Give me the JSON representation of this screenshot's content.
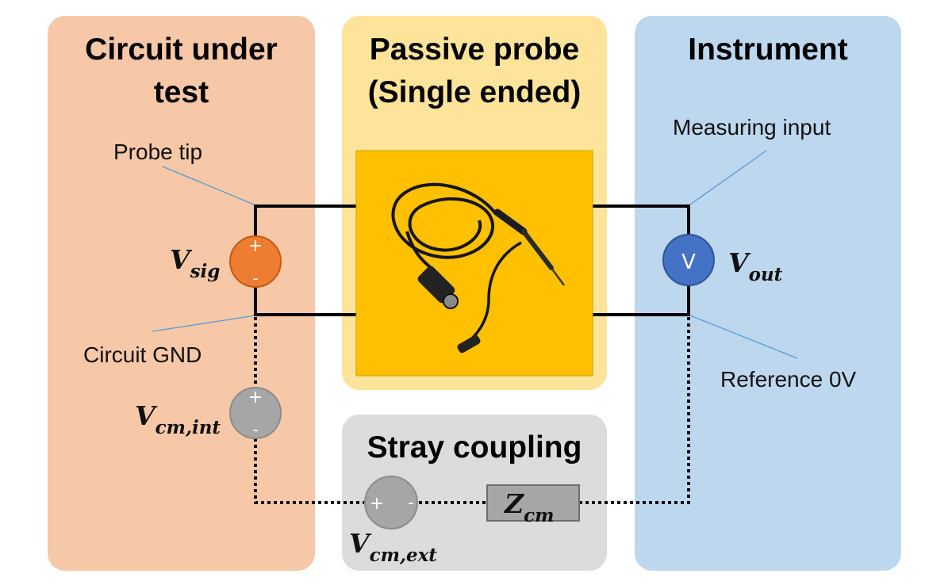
{
  "panels": {
    "circuit": {
      "title": "Circuit under test",
      "title_line1": "Circuit under",
      "title_line2": "test",
      "color": "#f6c8a7"
    },
    "probe": {
      "title": "Passive probe (Single ended)",
      "title_line1": "Passive probe",
      "title_line2": "(Single ended)",
      "color": "#fde49a"
    },
    "stray": {
      "title": "Stray coupling",
      "color": "#dcdcdc"
    },
    "instrument": {
      "title": "Instrument",
      "color": "#bdd7ee"
    }
  },
  "labels": {
    "probe_tip": "Probe tip",
    "circuit_gnd": "Circuit GND",
    "measuring_input": "Measuring input",
    "reference": "Reference 0V"
  },
  "sources": {
    "v_sig": {
      "main": "V",
      "sub": "sig",
      "plus": "+",
      "minus": "-",
      "color": "#ed7d31"
    },
    "v_cm_int": {
      "main": "V",
      "sub": "cm,int",
      "plus": "+",
      "minus": "-",
      "color": "#a6a6a6"
    },
    "v_cm_ext": {
      "main": "V",
      "sub": "cm,ext",
      "plus": "+",
      "minus": "-",
      "color": "#a6a6a6"
    },
    "v_out": {
      "main": "V",
      "sub": "out",
      "symbol": "V",
      "color": "#4472c4"
    }
  },
  "impedance": {
    "main": "Z",
    "sub": "cm",
    "color": "#a6a6a6"
  },
  "probe_image": {
    "icon": "oscilloscope-probe-icon",
    "background": "#ffc000"
  }
}
